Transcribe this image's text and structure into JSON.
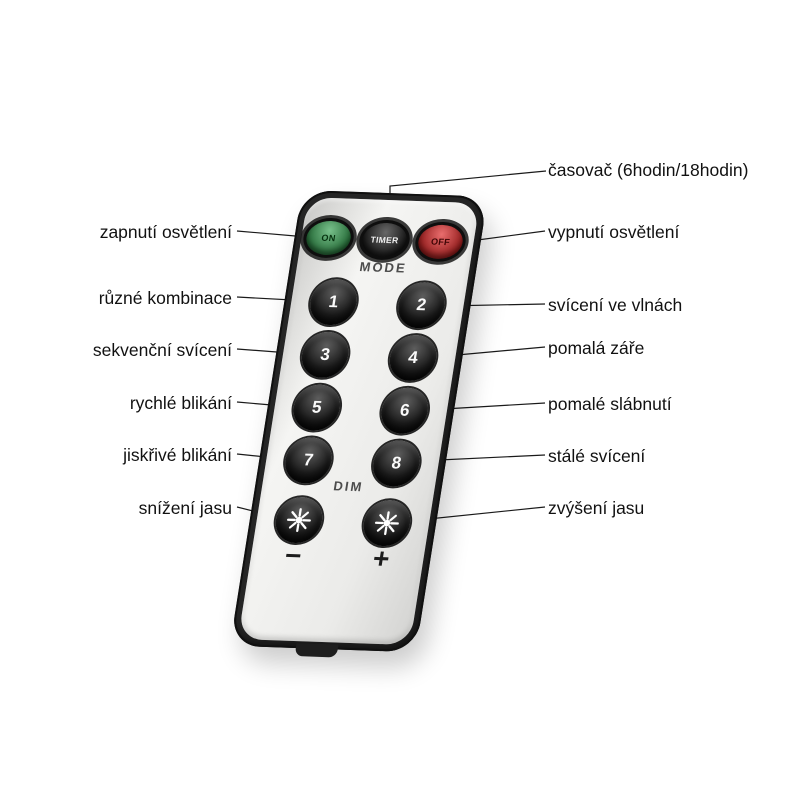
{
  "remote": {
    "power_buttons": [
      {
        "label": "ON",
        "color": "#2f9e4c"
      },
      {
        "label": "TIMER",
        "color": "#161616"
      },
      {
        "label": "OFF",
        "color": "#dd1f1f"
      }
    ],
    "mode_label": "MODE",
    "mode_buttons": [
      "1",
      "2",
      "3",
      "4",
      "5",
      "6",
      "7",
      "8"
    ],
    "dim_label": "DIM",
    "dim_minus_symbol": "−",
    "dim_plus_symbol": "+",
    "body_color": "#262626",
    "face_color": "#ededeb"
  },
  "annotations": {
    "left": [
      "zapnutí osvětlení",
      "různé kombinace",
      "sekvenční svícení",
      "rychlé blikání",
      "jiskřivé blikání",
      "snížení jasu"
    ],
    "right": [
      "časovač (6hodin/18hodin)",
      "vypnutí osvětlení",
      "svícení ve vlnách",
      "pomalá záře",
      "pomalé slábnutí",
      "stálé svícení",
      "zvýšení jasu"
    ]
  }
}
